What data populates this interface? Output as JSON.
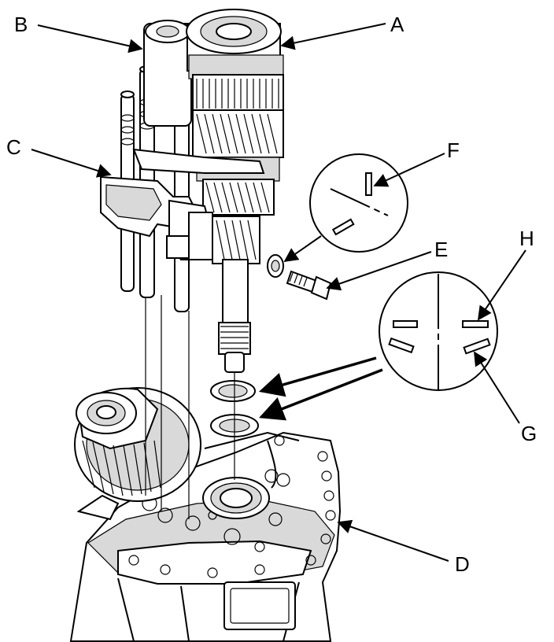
{
  "callouts": {
    "a": "A",
    "b": "B",
    "c": "C",
    "d": "D",
    "e": "E",
    "f": "F",
    "g": "G",
    "h": "H"
  },
  "colors": {
    "line": "#000000",
    "shade": "#d9d9d9",
    "background": "#ffffff"
  }
}
